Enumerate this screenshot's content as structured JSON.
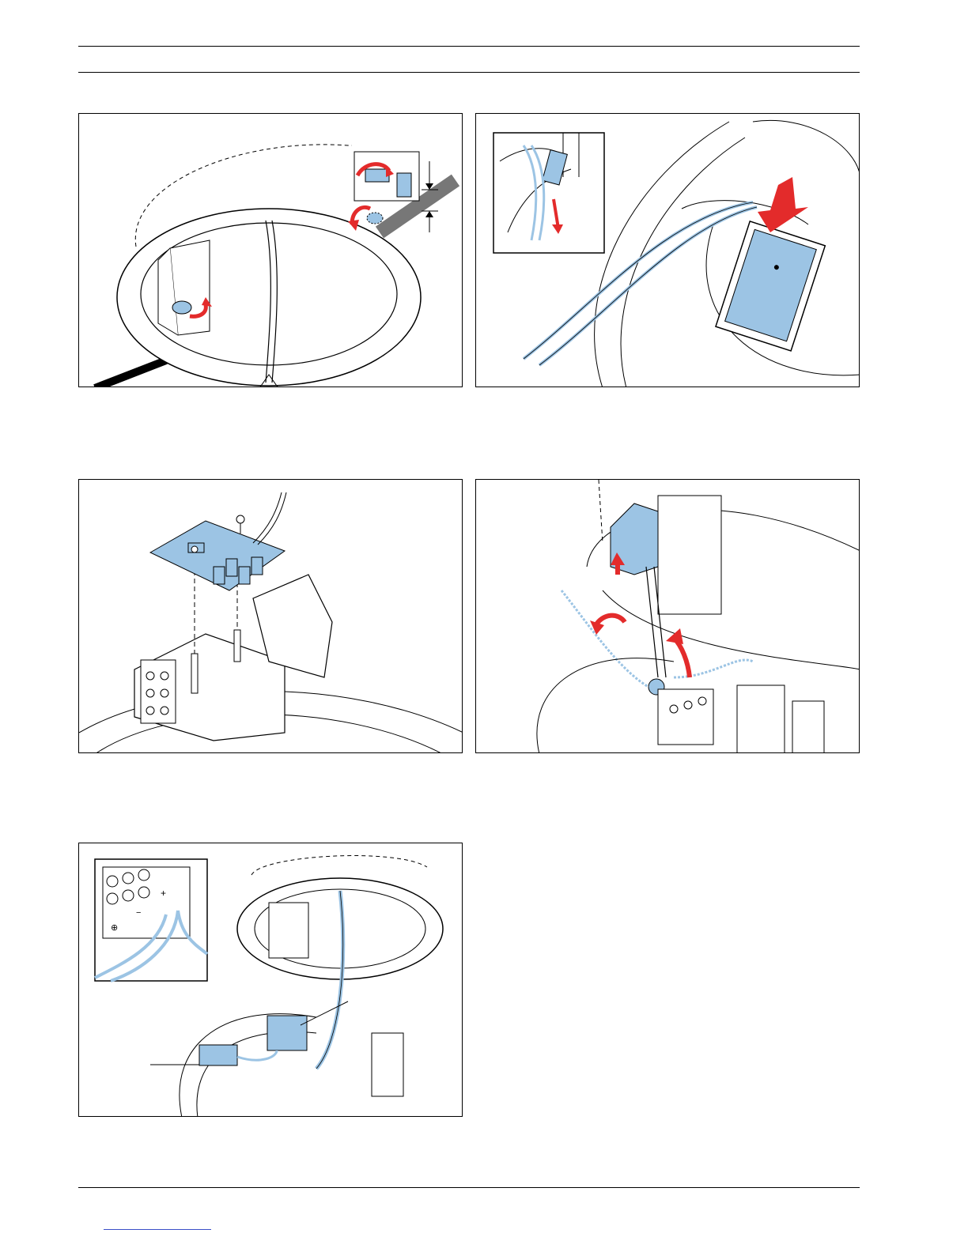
{
  "page": {
    "colors": {
      "accent_blue": "#9cc4e4",
      "arrow_red": "#e32b2b",
      "line": "#000000"
    }
  },
  "figures": [
    {
      "id": "fig-1",
      "icon": "ceiling-ring-mount-illustration"
    },
    {
      "id": "fig-2",
      "icon": "transformer-insert-illustration"
    },
    {
      "id": "fig-3",
      "icon": "circuit-board-mount-illustration"
    },
    {
      "id": "fig-4",
      "icon": "safety-cable-illustration"
    },
    {
      "id": "fig-5",
      "icon": "terminal-wiring-illustration"
    }
  ],
  "figure5": {
    "terminal_plus": "+",
    "terminal_minus": "−",
    "ground_symbol": "⊕"
  }
}
